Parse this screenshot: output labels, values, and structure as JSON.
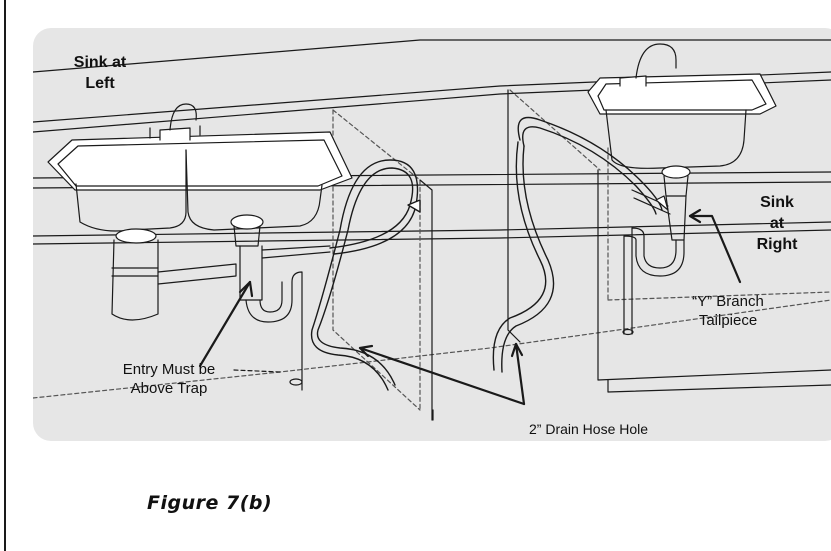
{
  "labels": {
    "sink_left_line1": "Sink at",
    "sink_left_line2": "Left",
    "sink_right_line1": "Sink",
    "sink_right_line2": "at",
    "sink_right_line3": "Right",
    "y_branch_line1": "“Y” Branch",
    "y_branch_line2": "Tailpiece",
    "entry_line1": "Entry Must be",
    "entry_line2": "Above Trap",
    "drain_hole": "2” Drain Hose Hole"
  },
  "caption": "Figure  7(b)",
  "colors": {
    "panel": "#e6e6e6",
    "line": "#1a1a1a",
    "sink_fill": "#ffffff",
    "cabinet_dash": "#555555"
  }
}
